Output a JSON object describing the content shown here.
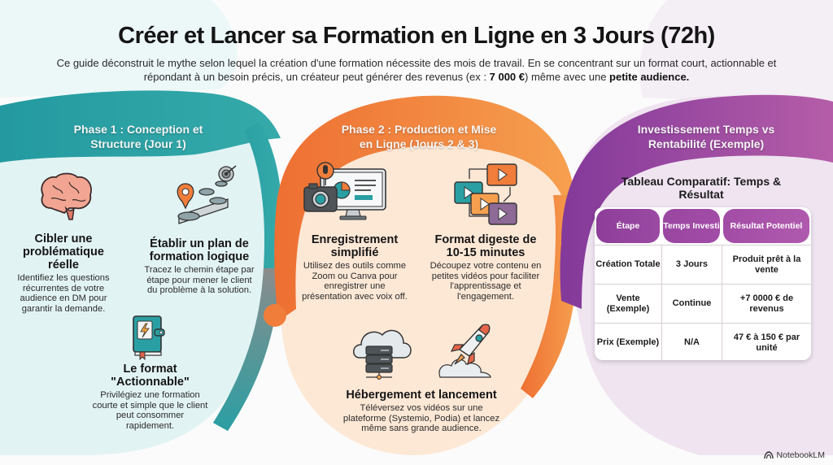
{
  "header": {
    "title": "Créer et Lancer sa Formation en Ligne en 3 Jours (72h)",
    "subtitle_part1": "Ce guide déconstruit le mythe selon lequel la création d'une formation nécessite des mois de travail. En se concentrant sur un format court, actionnable et répondant à un besoin précis, un créateur peut générer des revenus (ex : ",
    "subtitle_bold1": "7 000 €",
    "subtitle_part2": ") même avec une ",
    "subtitle_bold2": "petite audience."
  },
  "colors": {
    "teal": "#2a9fa3",
    "teal_light": "#e3f4f4",
    "orange": "#f07d3a",
    "orange_light": "#fde9d8",
    "purple": "#8e3e99",
    "purple_light": "#f1e7f1"
  },
  "phase1": {
    "title": "Phase 1 : Conception et Structure (Jour 1)",
    "items": [
      {
        "icon": "brain-icon",
        "title": "Cibler une problématique réelle",
        "text": "Identifiez les questions récurrentes de votre audience en DM pour garantir la demande."
      },
      {
        "icon": "roadmap-target-icon",
        "title": "Établir un plan de formation logique",
        "text": "Tracez le chemin étape par étape pour mener le client du problème à la solution."
      },
      {
        "icon": "notebook-lightning-icon",
        "title": "Le format \"Actionnable\"",
        "text": "Privilégiez une formation courte et simple que le client peut consommer rapidement."
      }
    ]
  },
  "phase2": {
    "title": "Phase 2 : Production et Mise en Ligne (Jours 2 & 3)",
    "items": [
      {
        "icon": "recording-setup-icon",
        "title": "Enregistrement simplifié",
        "text": "Utilisez des outils comme Zoom ou Canva pour enregistrer une présentation avec voix off."
      },
      {
        "icon": "video-clips-icon",
        "title": "Format digeste de 10-15 minutes",
        "text": "Découpez votre contenu en petites vidéos pour faciliter l'apprentissage et l'engagement."
      },
      {
        "icon": "cloud-server-rocket-icon",
        "title": "Hébergement et lancement",
        "text": "Téléversez vos vidéos sur une plateforme (Systemio, Podia) et lancez même sans grande audience."
      }
    ]
  },
  "phase3": {
    "title": "Investissement Temps vs Rentabilité (Exemple)",
    "table_title": "Tableau Comparatif: Temps & Résultat",
    "columns": [
      "Étape",
      "Temps Investi",
      "Résultat Potentiel"
    ],
    "rows": [
      [
        "Création Totale",
        "3 Jours",
        "Produit prêt à la vente"
      ],
      [
        "Vente (Exemple)",
        "Continue",
        "+7 0000 € de revenus"
      ],
      [
        "Prix (Exemple)",
        "N/A",
        "47 € à 150 € par unité"
      ]
    ]
  },
  "footer": {
    "brand": "NotebookLM"
  }
}
